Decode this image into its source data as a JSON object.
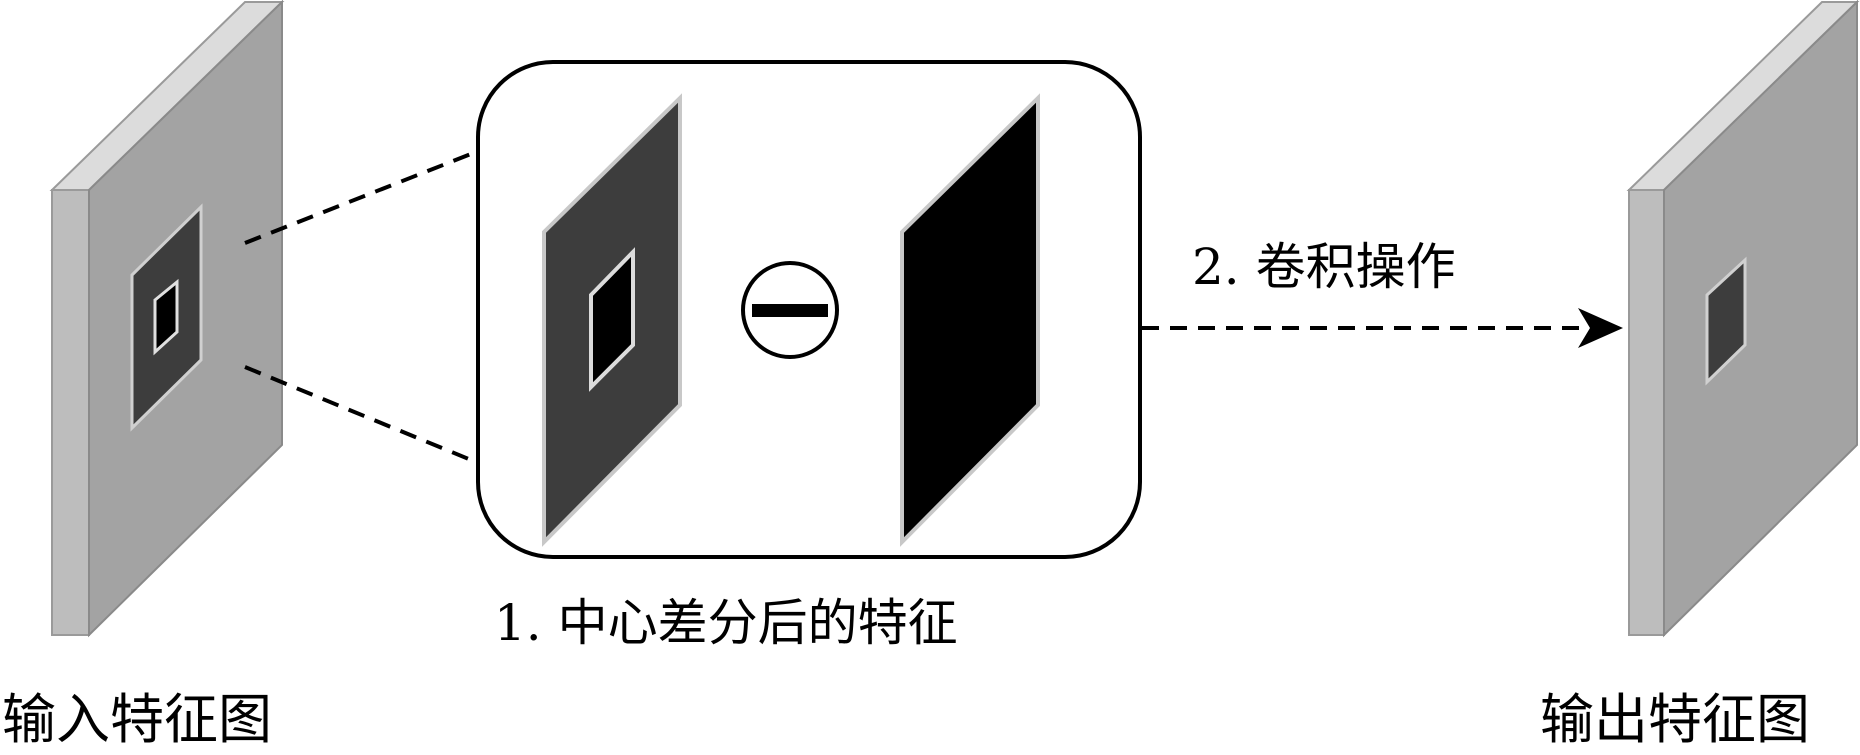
{
  "labels": {
    "input_map": "输入特征图",
    "output_map": "输出特征图",
    "step1": "1. 中心差分后的特征",
    "step2": "2. 卷积操作"
  },
  "operator": {
    "name": "minus-operator",
    "symbol": "minus"
  },
  "colors": {
    "map_face": "#a3a3a3",
    "map_side": "#bdbdbd",
    "map_top": "#dcdcdc",
    "dark_region": "#3d3d3d",
    "black_region": "#000000",
    "outline_light": "#c8c8c8",
    "line": "#000000"
  }
}
